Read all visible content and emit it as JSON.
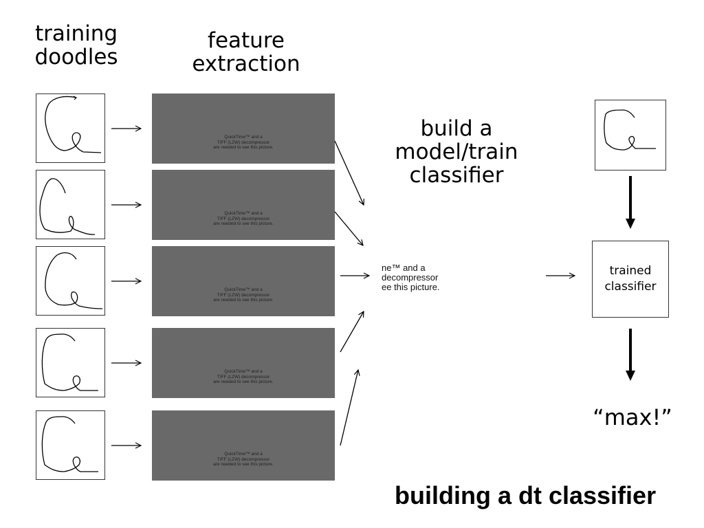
{
  "headings": {
    "training_doodles": "training\ndoodles",
    "feature_extraction": "feature\nextraction",
    "build_model": "build a\nmodel/train\nclassifier"
  },
  "placeholder_image_text": "QuickTime™ and a\nTIFF (LZW) decompressor\nare needed to see this picture.",
  "middle_placeholder_text": "ne™ and a\ndecompressor\nee this picture.",
  "training_rows": [
    {
      "doodle": "doodle-1",
      "placeholder": "QuickTime™ and a\nTIFF (LZW) decompressor\nare needed to see this picture."
    },
    {
      "doodle": "doodle-2",
      "placeholder": "QuickTime™ and a\nTIFF (LZW) decompressor\nare needed to see this picture."
    },
    {
      "doodle": "doodle-3",
      "placeholder": "QuickTime™ and a\nTIFF (LZW) decompressor\nare needed to see this picture."
    },
    {
      "doodle": "doodle-4",
      "placeholder": "QuickTime™ and a\nTIFF (LZW) decompressor\nare needed to see this picture."
    },
    {
      "doodle": "doodle-5",
      "placeholder": "QuickTime™ and a\nTIFF (LZW) decompressor\nare needed to see this picture."
    }
  ],
  "classifier": {
    "label": "trained\nclassifier"
  },
  "result": "“max!”",
  "footer_title": "building a dt classifier",
  "colors": {
    "panel_gray": "#696969",
    "ink": "#000000",
    "background": "#ffffff"
  }
}
